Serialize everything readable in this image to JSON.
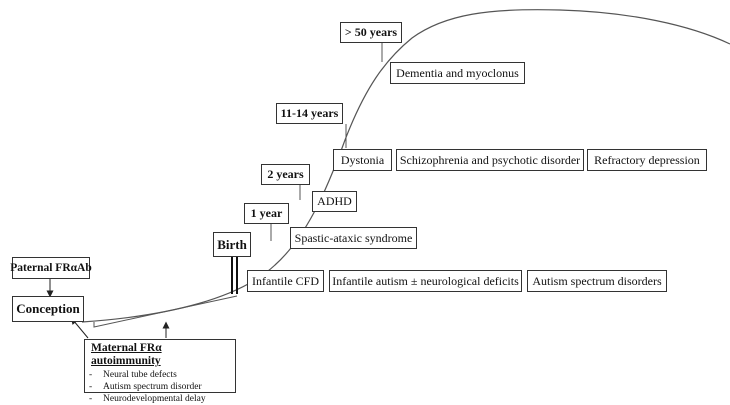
{
  "stages": {
    "birth": "Birth",
    "conception": "Conception",
    "paternal": "Paternal FRαAb",
    "one_year": "1 year",
    "two_years": "2 years",
    "eleven_fourteen": "11-14 years",
    "over_fifty": "> 50 years"
  },
  "conditions": {
    "infantile_cfd": "Infantile CFD",
    "infantile_autism": "Infantile autism ± neurological deficits",
    "autism_spectrum": "Autism spectrum disorders",
    "spastic_ataxic": "Spastic-ataxic syndrome",
    "adhd": "ADHD",
    "dystonia": "Dystonia",
    "schizophrenia": "Schizophrenia and psychotic disorder",
    "refractory_depression": "Refractory depression",
    "dementia": "Dementia and myoclonus"
  },
  "maternal": {
    "title": "Maternal FRα autoimmunity",
    "items": [
      "Neural tube defects",
      "Autism spectrum disorder",
      "Neurodevelopmental delay"
    ],
    "bullet": "-"
  }
}
